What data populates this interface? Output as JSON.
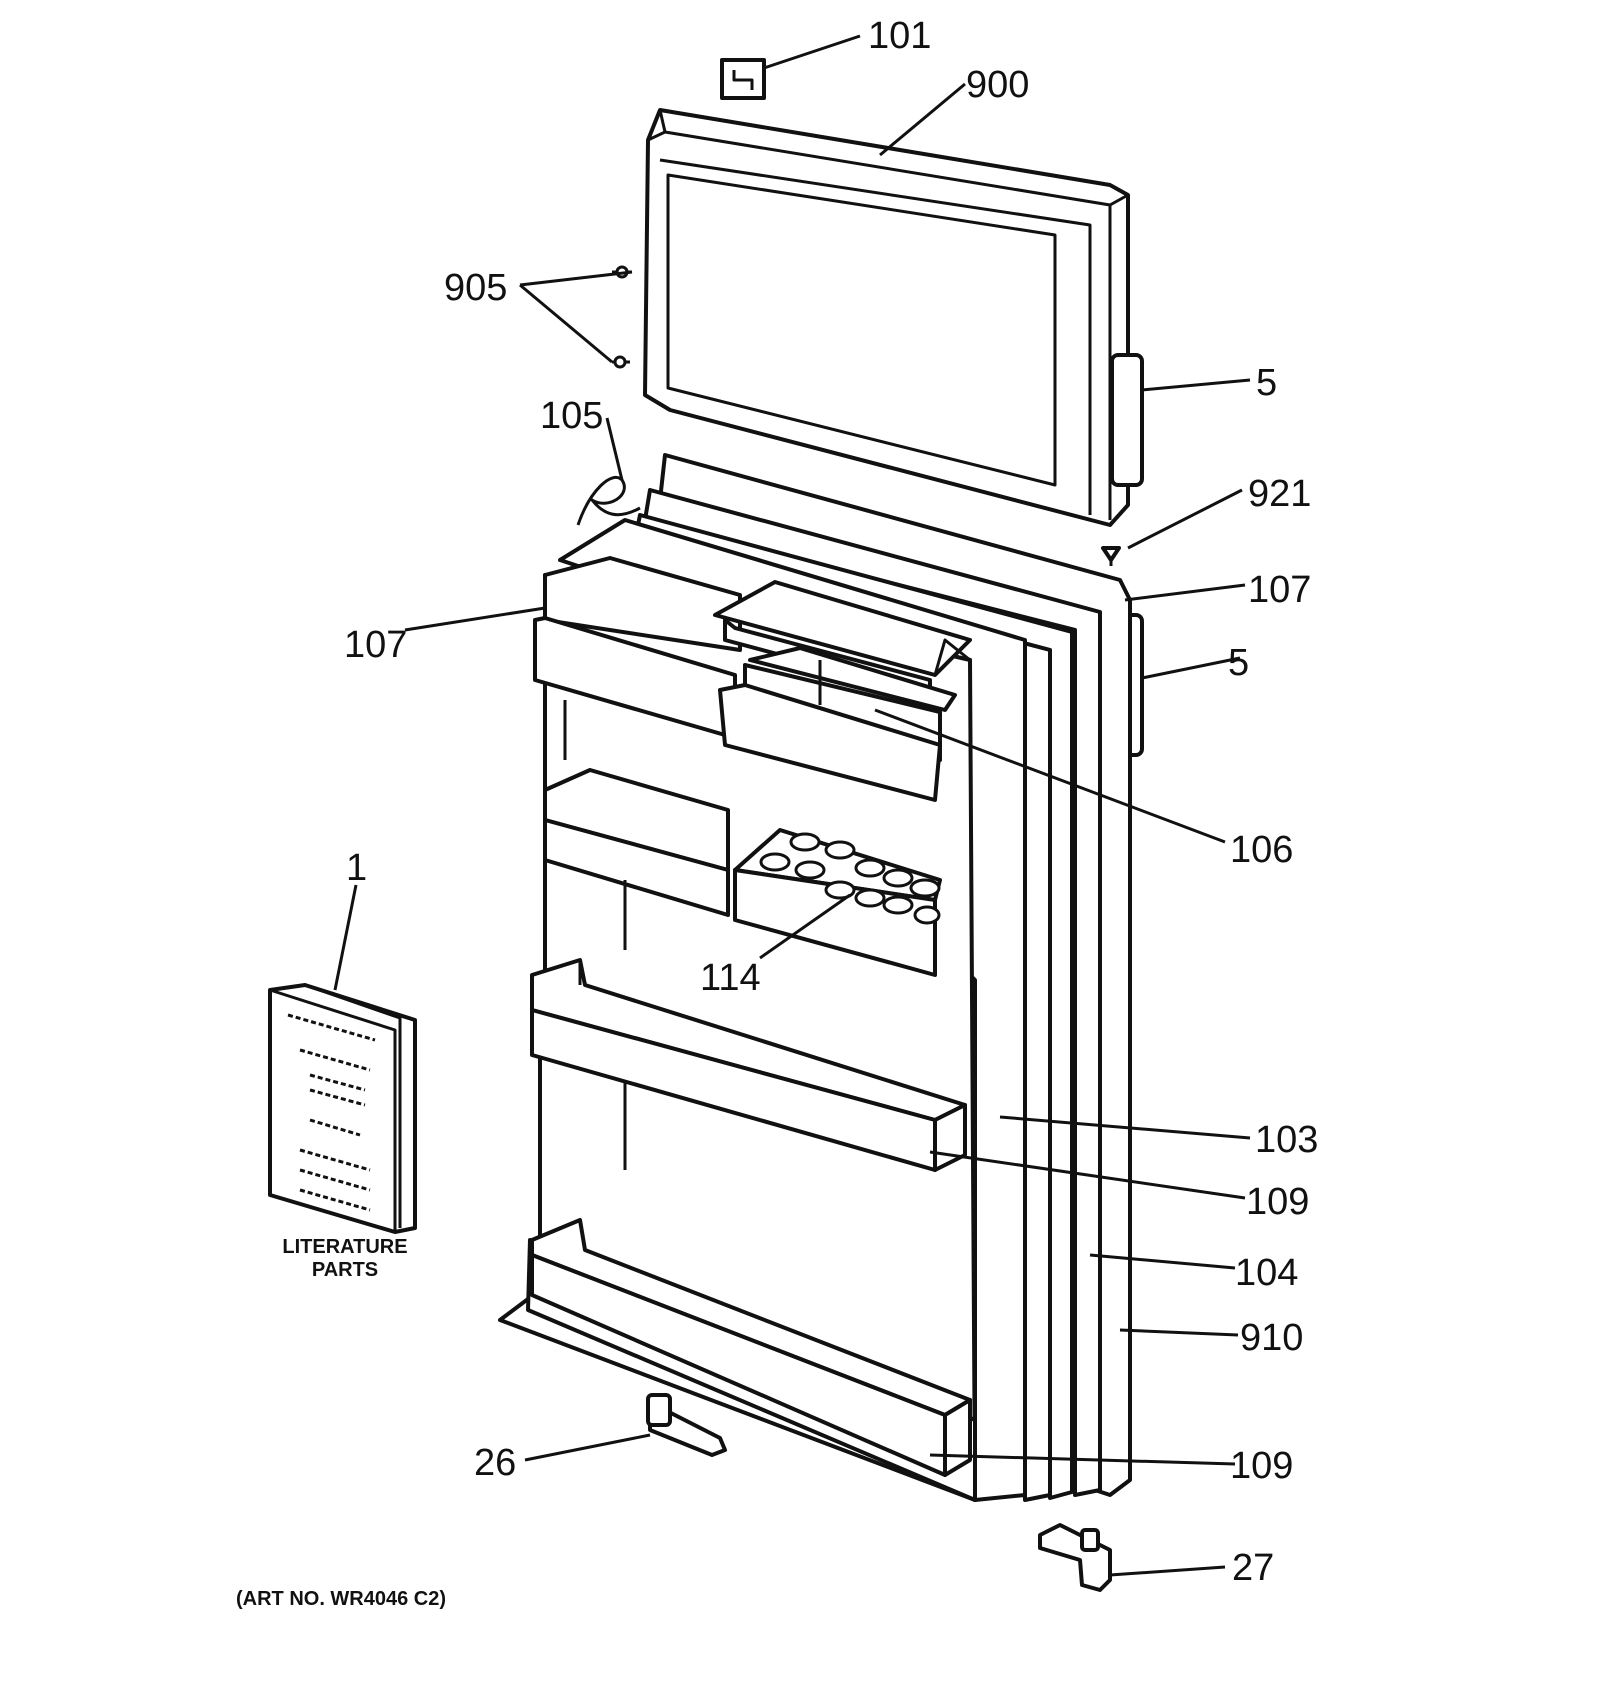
{
  "labels": {
    "p101": "101",
    "p900": "900",
    "p905": "905",
    "p5_top": "5",
    "p105": "105",
    "p921": "921",
    "p107_right": "107",
    "p107_left": "107",
    "p5_mid": "5",
    "p106": "106",
    "p1": "1",
    "p114": "114",
    "p103": "103",
    "p109_mid": "109",
    "p104": "104",
    "p910": "910",
    "p26": "26",
    "p109_bottom": "109",
    "p27": "27"
  },
  "literature": {
    "line1": "LITERATURE",
    "line2": "PARTS"
  },
  "art_number": "(ART NO. WR4046 C2)"
}
